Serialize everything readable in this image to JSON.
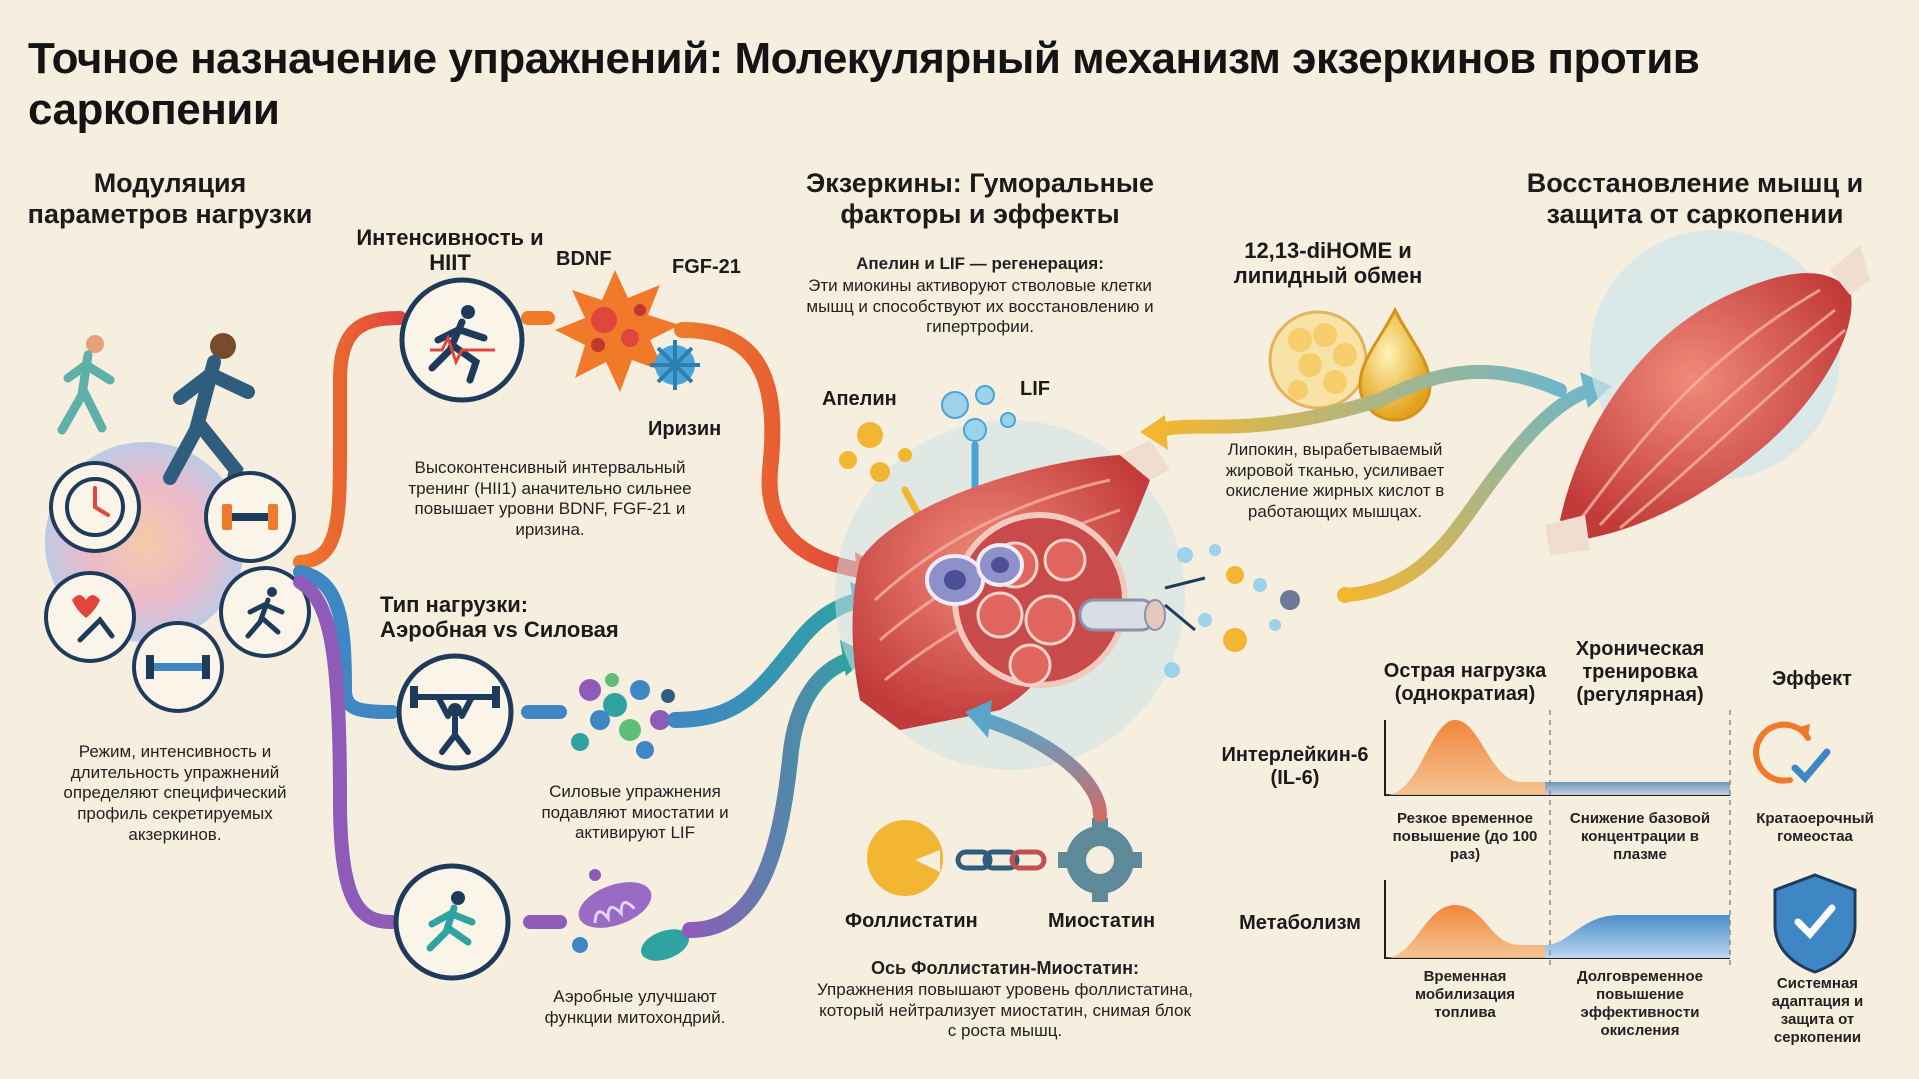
{
  "title": "Точное назначение упражнений: Молекулярный механизм экзеркинов против саркопении",
  "colors": {
    "background": "#f6efdf",
    "orange": "#ef7a2a",
    "red": "#e0463c",
    "blue": "#3f86c4",
    "teal": "#2fa3a1",
    "purple": "#8e5bb8",
    "muscle": "#d9534f",
    "gold": "#f2b632",
    "navy": "#1f3b5c"
  },
  "left": {
    "heading": "Модуляция параметров нагрузки",
    "description": "Режим, интенсивность и длительность упражнений определяют специфический профиль секретируемых акзеркинов.",
    "icons": [
      "runners-icon",
      "clock-icon",
      "dumbbell-icon",
      "heart-exercise-icon",
      "running-person-icon",
      "barbell-icon"
    ]
  },
  "intensity": {
    "heading": "Интенсивность и HIIT",
    "icon": "sprint-heartbeat-icon",
    "labels": {
      "bdnf": "BDNF",
      "fgf21": "FGF-21",
      "irisin": "Иризин"
    },
    "description": "Высоконтенсивный интервальный тренинг (HII1) аначительно сильнее повышает уровни BDNF, FGF-21 и иризина."
  },
  "load_type": {
    "heading": "Тип нагрузки: Аэробная vs Силовая",
    "strength_icon": "weightlifter-icon",
    "strength_text": "Силовые упражнения подавляют миостатии и активируют LIF",
    "aerobic_icon": "jogger-icon",
    "aerobic_text": "Аэробные улучшают функции митохондрий."
  },
  "center": {
    "heading": "Экзеркины: Гуморальные факторы и эффекты",
    "subheading": "Апелин и LIF — регенерация:",
    "description": "Эти миокины активоруют стволовые клетки мышц и способствуют их восстановлению и гипертрофии.",
    "apelin": "Апелин",
    "lif": "LIF",
    "axis": {
      "follistatin": "Фоллистатин",
      "myostatin": "Миостатин",
      "heading": "Ось Фоллистатин-Миостатин:",
      "description": "Упражнения повышают уровень фоллистатина, который нейтрализует миостатин, снимая блок с роста мышц."
    }
  },
  "lipid": {
    "heading": "12,13-diHOME и липидный обмен",
    "description": "Липокин, вырабетываемый жировой тканью, усиливает окисление жирных кислот в работающих мышцах."
  },
  "recovery": {
    "heading": "Восстановление мышц и защита от саркопении"
  },
  "timeline": {
    "col_acute": "Острая нагрузка (однократиая)",
    "col_chronic": "Хроническая тренировка (регулярная)",
    "col_effect": "Эффект",
    "rows": [
      {
        "label": "Интерлейкин-6 (IL-6)",
        "acute_caption": "Резкое временное повышение (до 100 раз)",
        "chronic_caption": "Снижение базовой концентрации в плазме",
        "effect_caption": "Кратаоерочный гомеостаа",
        "effect_icon": "refresh-check-icon"
      },
      {
        "label": "Метаболизм",
        "acute_caption": "Временная мобилизация топлива",
        "chronic_caption": "Долговременное повышение эффективности окисления",
        "effect_caption": "Системная адаптация и защита от серкопении",
        "effect_icon": "shield-check-icon"
      }
    ]
  }
}
